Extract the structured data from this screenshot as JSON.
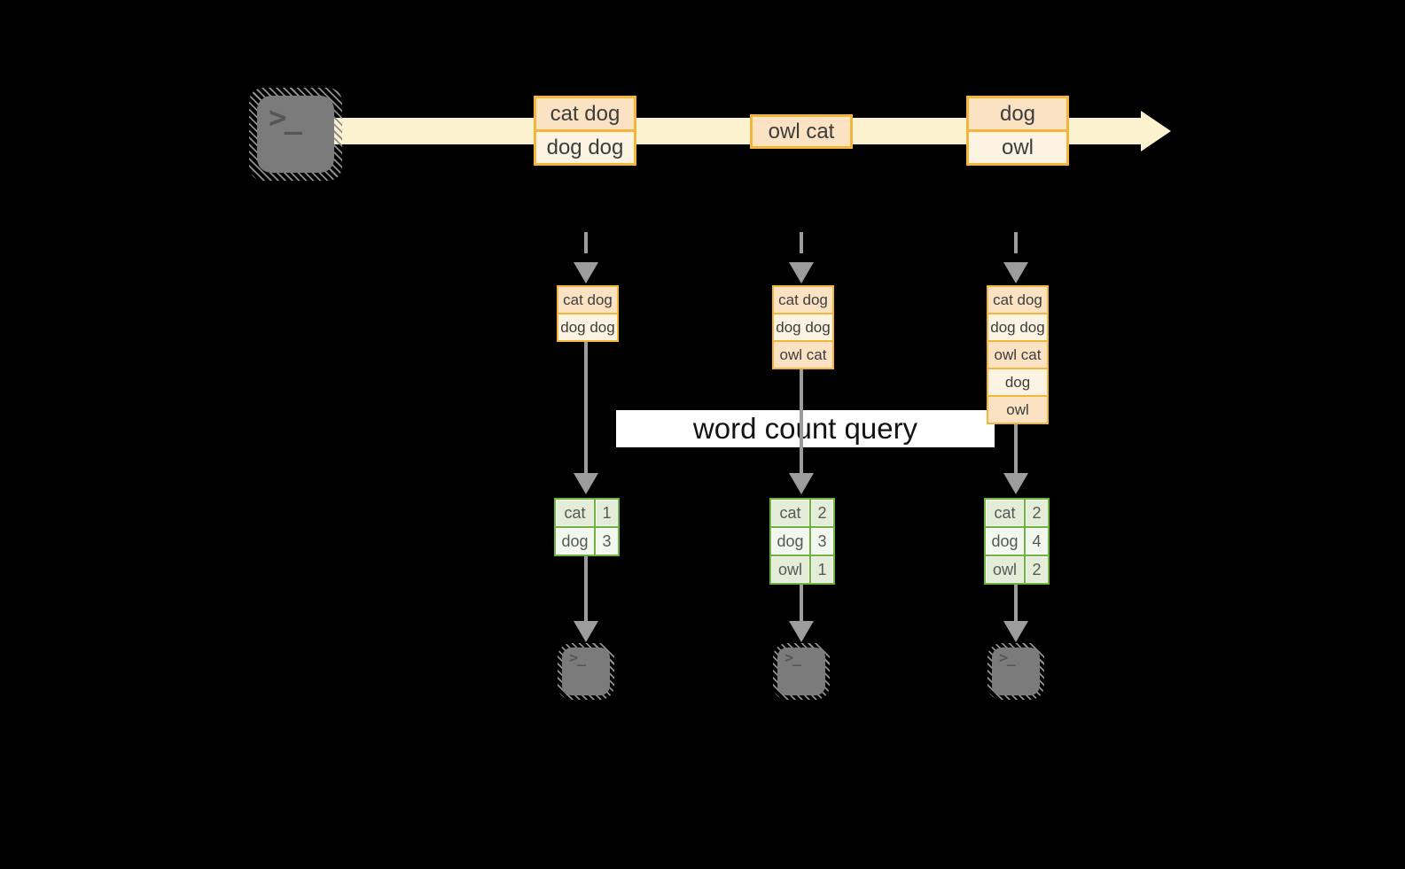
{
  "query_label": "word count query",
  "terminal_glyph": ">_",
  "colors": {
    "background": "#000000",
    "stream_band": "#fdf2d0",
    "box_border": "#f2b63b",
    "box_fill_a": "#fbe2c3",
    "box_fill_b": "#fdf3e2",
    "table_border": "#6db33f",
    "table_fill_a": "#e4edd8",
    "table_fill_b": "#f3f8ee",
    "arrow": "#9c9c9c",
    "terminal": "#7b7b7b"
  },
  "stream": {
    "events": [
      {
        "lines": [
          "cat dog",
          "dog dog"
        ]
      },
      {
        "lines": [
          "owl cat"
        ]
      },
      {
        "lines": [
          "dog",
          "owl"
        ]
      }
    ]
  },
  "columns": [
    {
      "buffer": [
        "cat dog",
        "dog dog"
      ],
      "counts": [
        [
          "cat",
          "1"
        ],
        [
          "dog",
          "3"
        ]
      ]
    },
    {
      "buffer": [
        "cat dog",
        "dog dog",
        "owl cat"
      ],
      "counts": [
        [
          "cat",
          "2"
        ],
        [
          "dog",
          "3"
        ],
        [
          "owl",
          "1"
        ]
      ]
    },
    {
      "buffer": [
        "cat dog",
        "dog dog",
        "owl cat",
        "dog",
        "owl"
      ],
      "counts": [
        [
          "cat",
          "2"
        ],
        [
          "dog",
          "4"
        ],
        [
          "owl",
          "2"
        ]
      ]
    }
  ]
}
